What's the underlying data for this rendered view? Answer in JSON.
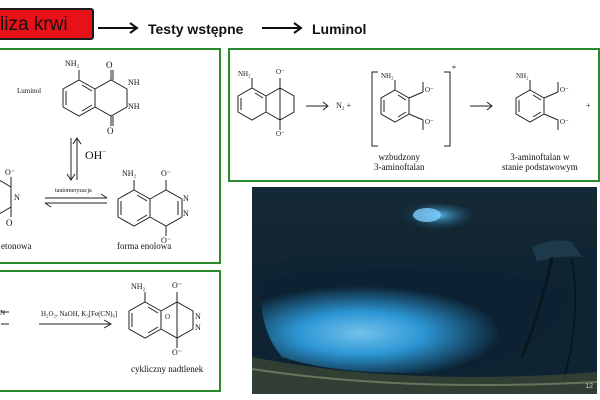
{
  "header": {
    "badge_text": "liza krwi",
    "step_1": "Testy wstępne",
    "step_2": "Luminol"
  },
  "panel_luminol": {
    "luminol_label": "Luminol",
    "oh_label": "OH",
    "oh_sup": "−",
    "tautomer_label": "tautomeryzacja",
    "keto_label": "etonowa",
    "enol_label": "forma enolowa"
  },
  "panel_oxidation": {
    "reagents": "H₂O₂, NaOH, K₃[Fe(CN)₆]",
    "product_label": "cykliczny nadtlenek"
  },
  "panel_emission": {
    "n2": "N₂ +",
    "excited_label_1": "wzbudzony",
    "excited_label_2": "3-aminoftalan",
    "ground_label_1": "3-aminoftalan w",
    "ground_label_2": "stanie podstawowym",
    "plus": "+"
  },
  "chem_atoms": {
    "nh2": "NH₂",
    "nh": "NH",
    "o_minus": "O⁻",
    "o": "O",
    "n": "N"
  },
  "photo": {
    "page_number": "12"
  },
  "colors": {
    "badge_red": "#e8111a",
    "panel_green": "#2a8b2e",
    "glow_blue": "#2fa3e6"
  }
}
